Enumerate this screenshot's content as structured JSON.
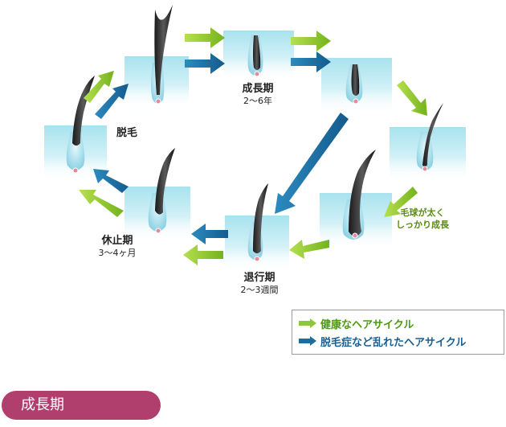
{
  "stages": {
    "growth": {
      "name": "成長期",
      "duration": "2～6年"
    },
    "shedding": {
      "name": "脱毛"
    },
    "resting": {
      "name": "休止期",
      "duration": "3～4ヶ月"
    },
    "regression": {
      "name": "退行期",
      "duration": "2～3週間"
    }
  },
  "callout": {
    "line1": "毛球が太く",
    "line2": "しっかり成長"
  },
  "legend": {
    "healthy": "健康なヘアサイクル",
    "disordered": "脱毛症など乱れたヘアサイクル"
  },
  "badge": {
    "label": "成長期"
  },
  "colors": {
    "healthy_arrow": "#8cc83c",
    "disordered_arrow": "#1a6ea0",
    "skin": "#aee6f0",
    "badge": "#b03f6e"
  }
}
